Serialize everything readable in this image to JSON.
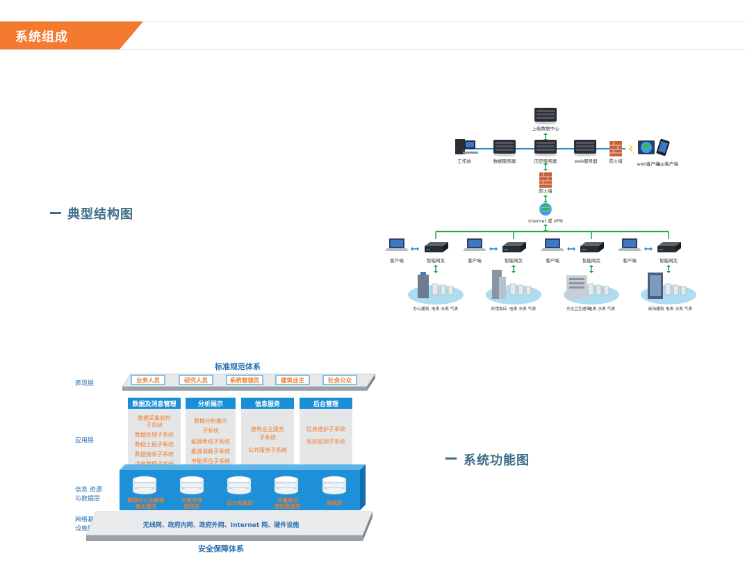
{
  "section": {
    "title": "系统组成",
    "color": "#f47a2f"
  },
  "typical": {
    "heading": "典型结构图",
    "nodes": {
      "top_center": "上级数据中心",
      "workstation": "工作站",
      "db_server": "数据服务器",
      "history_server": "历史服务器",
      "web_server": "web服务器",
      "firewall_right": "防火墙",
      "web_client": "web客户端",
      "app_client": "app客户端",
      "firewall_mid": "防火墙",
      "internet": "Internet 或 VPN",
      "client": "客户端",
      "gateway": "智能网关",
      "meters": "电表 水表 气表",
      "buildings": [
        "办公建筑",
        "宾馆饭店",
        "文化卫生建筑",
        "商场建筑"
      ]
    }
  },
  "functional": {
    "heading": "系统功能图",
    "top_label": "标准规范体系",
    "bottom_label": "安全保障体系",
    "layers": {
      "presentation": "表现层",
      "application": "应用层",
      "info": [
        "信息 资源",
        "与数据层"
      ],
      "network": [
        "网络基础",
        "设施层"
      ]
    },
    "users": [
      "业务人员",
      "研究人员",
      "系统管理员",
      "建筑业主",
      "社会公众"
    ],
    "columns": [
      {
        "title": "数据及消息管理",
        "items": [
          "数据采集软件",
          "子系统",
          "数据处理子系统",
          "数据上报子系统",
          "数据接收子系统",
          "消息管理子系统"
        ]
      },
      {
        "title": "分析展示",
        "items": [
          "数据分析展示",
          "子系统",
          "能源考核子系统",
          "能源消耗子系统",
          "节能评估子系统"
        ]
      },
      {
        "title": "信息服务",
        "items": [
          "建筑业主服务",
          "子系统",
          "公共服务子系统"
        ]
      },
      {
        "title": "后台管理",
        "items": [
          "信息维护子系统",
          "系统监测子系统"
        ]
      }
    ],
    "databases": [
      [
        "数据中心及建筑",
        "基本情况"
      ],
      [
        "分类分项",
        "能耗库"
      ],
      [
        "设计安装库"
      ],
      [
        "计量表记",
        "原始数值库"
      ],
      [
        "其他库"
      ]
    ],
    "network_text": "无线网、政府内网、政府外网、Internet 网、硬件设施"
  },
  "colors": {
    "heading": "#3d6e86",
    "blue": "#1a8fd6",
    "orange_text": "#f07c2a",
    "green_arrow": "#27a84a"
  }
}
